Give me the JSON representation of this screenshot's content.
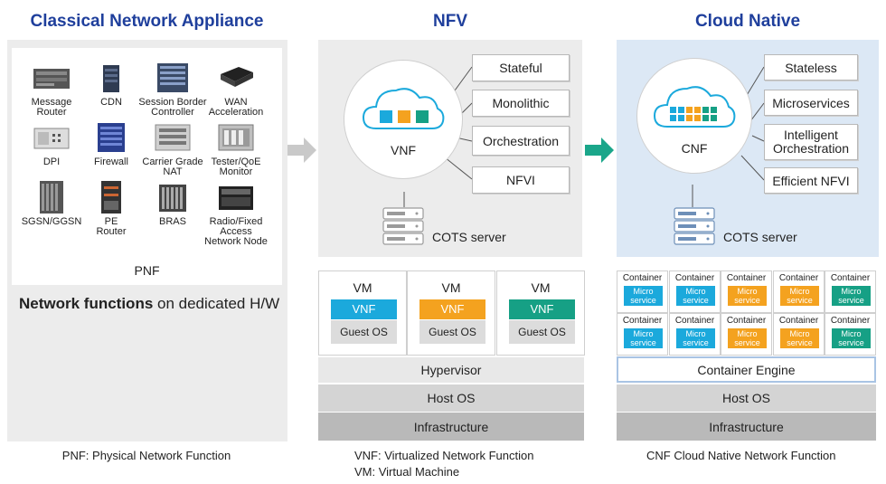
{
  "titles": {
    "classical": "Classical Network Appliance",
    "nfv": "NFV",
    "cloud": "Cloud Native"
  },
  "colors": {
    "title": "#1f3f9c",
    "blue": "#1ba9dc",
    "orange": "#f4a21f",
    "teal": "#16a085",
    "arrow_grey": "#c9c9c9",
    "arrow_teal": "#1aa68a",
    "cloud_panel": "#dce8f5",
    "panel_grey": "#ececec"
  },
  "pnf": {
    "devices": [
      {
        "label": "Message\nRouter",
        "icon": "rack-router-icon"
      },
      {
        "label": "CDN",
        "icon": "cdn-server-icon"
      },
      {
        "label": "Session Border\nController",
        "icon": "sbc-icon"
      },
      {
        "label": "WAN\nAcceleration",
        "icon": "wan-accelerator-icon"
      },
      {
        "label": "DPI",
        "icon": "dpi-appliance-icon"
      },
      {
        "label": "Firewall",
        "icon": "firewall-icon"
      },
      {
        "label": "Carrier Grade\nNAT",
        "icon": "nat-appliance-icon"
      },
      {
        "label": "Tester/QoE\nMonitor",
        "icon": "qoe-monitor-icon"
      },
      {
        "label": "SGSN/GGSN",
        "icon": "sgsn-chassis-icon"
      },
      {
        "label": "PE\nRouter",
        "icon": "pe-router-icon"
      },
      {
        "label": "BRAS",
        "icon": "bras-icon"
      },
      {
        "label": "Radio/Fixed Access\nNetwork Node",
        "icon": "access-node-icon"
      }
    ],
    "box_label": "PNF",
    "caption_bold": "Network functions",
    "caption_rest": " on dedicated H/W",
    "footnote": "PNF: Physical Network Function"
  },
  "nfv": {
    "tags": [
      "Stateful",
      "Monolithic",
      "Orchestration",
      "NFVI"
    ],
    "circle_label": "VNF",
    "server_label": "COTS server",
    "vms": [
      {
        "vm": "VM",
        "vnf": "VNF",
        "os": "Guest OS",
        "color": "#1ba9dc"
      },
      {
        "vm": "VM",
        "vnf": "VNF",
        "os": "Guest OS",
        "color": "#f4a21f"
      },
      {
        "vm": "VM",
        "vnf": "VNF",
        "os": "Guest OS",
        "color": "#16a085"
      }
    ],
    "layers": [
      "Hypervisor",
      "Host OS",
      "Infrastructure"
    ],
    "footnote1": "VNF: Virtualized Network Function",
    "footnote2": "VM: Virtual Machine"
  },
  "cloud": {
    "tags": [
      "Stateless",
      "Microservices",
      "Intelligent\nOrchestration",
      "Efficient NFVI"
    ],
    "circle_label": "CNF",
    "server_label": "COTS server",
    "container_label": "Container",
    "micro_label": "Micro\nservice",
    "container_colors": [
      "#1ba9dc",
      "#1ba9dc",
      "#f4a21f",
      "#f4a21f",
      "#16a085"
    ],
    "layers": [
      "Container Engine",
      "Host OS",
      "Infrastructure"
    ],
    "footnote": "CNF Cloud Native Network Function"
  }
}
